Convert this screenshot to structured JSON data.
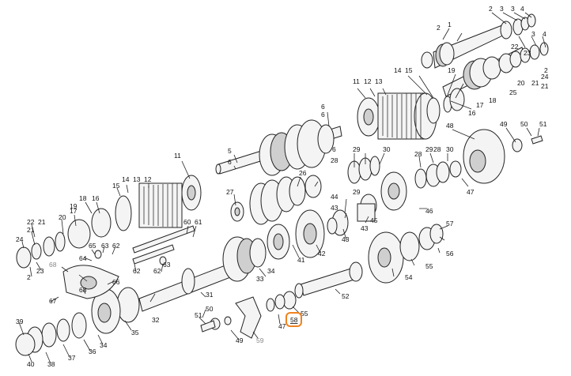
{
  "highlight": {
    "color": "#f0821e",
    "label": "58"
  },
  "labels": {
    "n1": "1",
    "n2": "2",
    "n3": "3",
    "n4": "4",
    "n5": "5",
    "n6": "6",
    "n11": "11",
    "n12": "12",
    "n13": "13",
    "n14": "14",
    "n15": "15",
    "n16": "16",
    "n17": "17",
    "n18": "18",
    "n19": "19",
    "n20": "20",
    "n21": "21",
    "n22": "22",
    "n23": "23",
    "n24": "24",
    "n25": "25",
    "n26": "26",
    "n27": "27",
    "n28": "28",
    "n29": "29",
    "n30": "30",
    "n31": "31",
    "n32": "32",
    "n33": "33",
    "n34": "34",
    "n35": "35",
    "n36": "36",
    "n37": "37",
    "n38": "38",
    "n39": "39",
    "n40": "40",
    "n41": "41",
    "n42": "42",
    "n43": "43",
    "n44": "44",
    "n45": "45",
    "n46": "46",
    "n47": "47",
    "n48": "48",
    "n49": "49",
    "n50": "50",
    "n51": "51",
    "n52": "52",
    "n54": "54",
    "n55": "55",
    "n56": "56",
    "n57": "57",
    "n58": "58",
    "n59": "59",
    "n60": "60",
    "n61": "61",
    "n62": "62",
    "n63": "63",
    "n64": "64",
    "n65": "65",
    "n66": "66",
    "n67": "67",
    "n68": "68"
  }
}
